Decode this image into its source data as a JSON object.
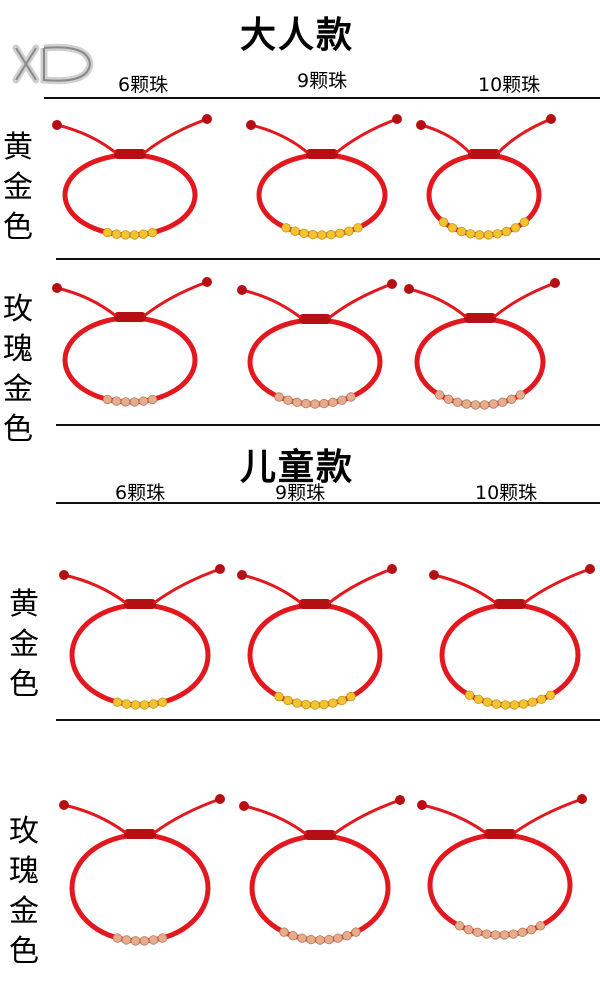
{
  "logo": {
    "text": "XD"
  },
  "adult": {
    "title": "大人款",
    "columns": [
      "6颗珠",
      "9颗珠",
      "10颗珠"
    ],
    "rows": [
      {
        "label": "黄金色",
        "bead_color": "gold"
      },
      {
        "label": "玫瑰金色",
        "bead_color": "rose-gold"
      }
    ]
  },
  "child": {
    "title": "儿童款",
    "columns": [
      "6颗珠",
      "9颗珠",
      "10颗珠"
    ],
    "rows": [
      {
        "label": "黄金色",
        "bead_color": "gold"
      },
      {
        "label": "玫瑰金色",
        "bead_color": "rose-gold"
      }
    ]
  },
  "colors": {
    "cord": "#e3181f",
    "cord_dark": "#b50f14",
    "gold": "#f2c430",
    "gold_dark": "#c8971a",
    "rose": "#e6ac8c",
    "rose_dark": "#b87a5c"
  },
  "bead_counts": [
    6,
    9,
    10
  ]
}
